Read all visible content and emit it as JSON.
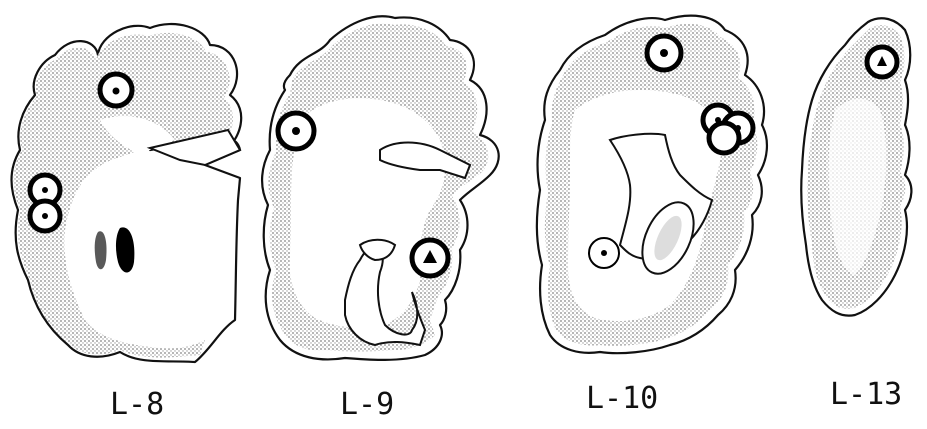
{
  "figure": {
    "sections": [
      {
        "id": "l8",
        "label": "L-8"
      },
      {
        "id": "l9",
        "label": "L-9"
      },
      {
        "id": "l10",
        "label": "L-10"
      },
      {
        "id": "l13",
        "label": "L-13"
      }
    ],
    "colors": {
      "ink": "#111111",
      "stipple": "#7a7a7a",
      "paper": "#ffffff"
    }
  }
}
